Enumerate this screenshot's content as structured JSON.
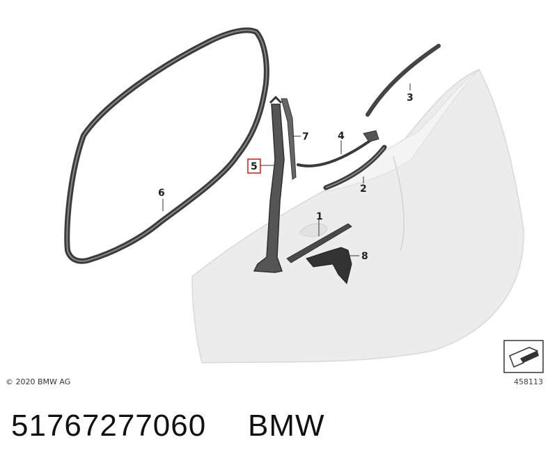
{
  "callouts": {
    "c1": "1",
    "c2": "2",
    "c3": "3",
    "c4": "4",
    "c5": "5",
    "c6": "6",
    "c7": "7",
    "c8": "8"
  },
  "highlighted_callout": "5",
  "highlight_color": "#e2231a",
  "copyright": "© 2020 BMW AG",
  "diagram_ref": "458113",
  "part_number": "51767277060",
  "brand": "BMW"
}
